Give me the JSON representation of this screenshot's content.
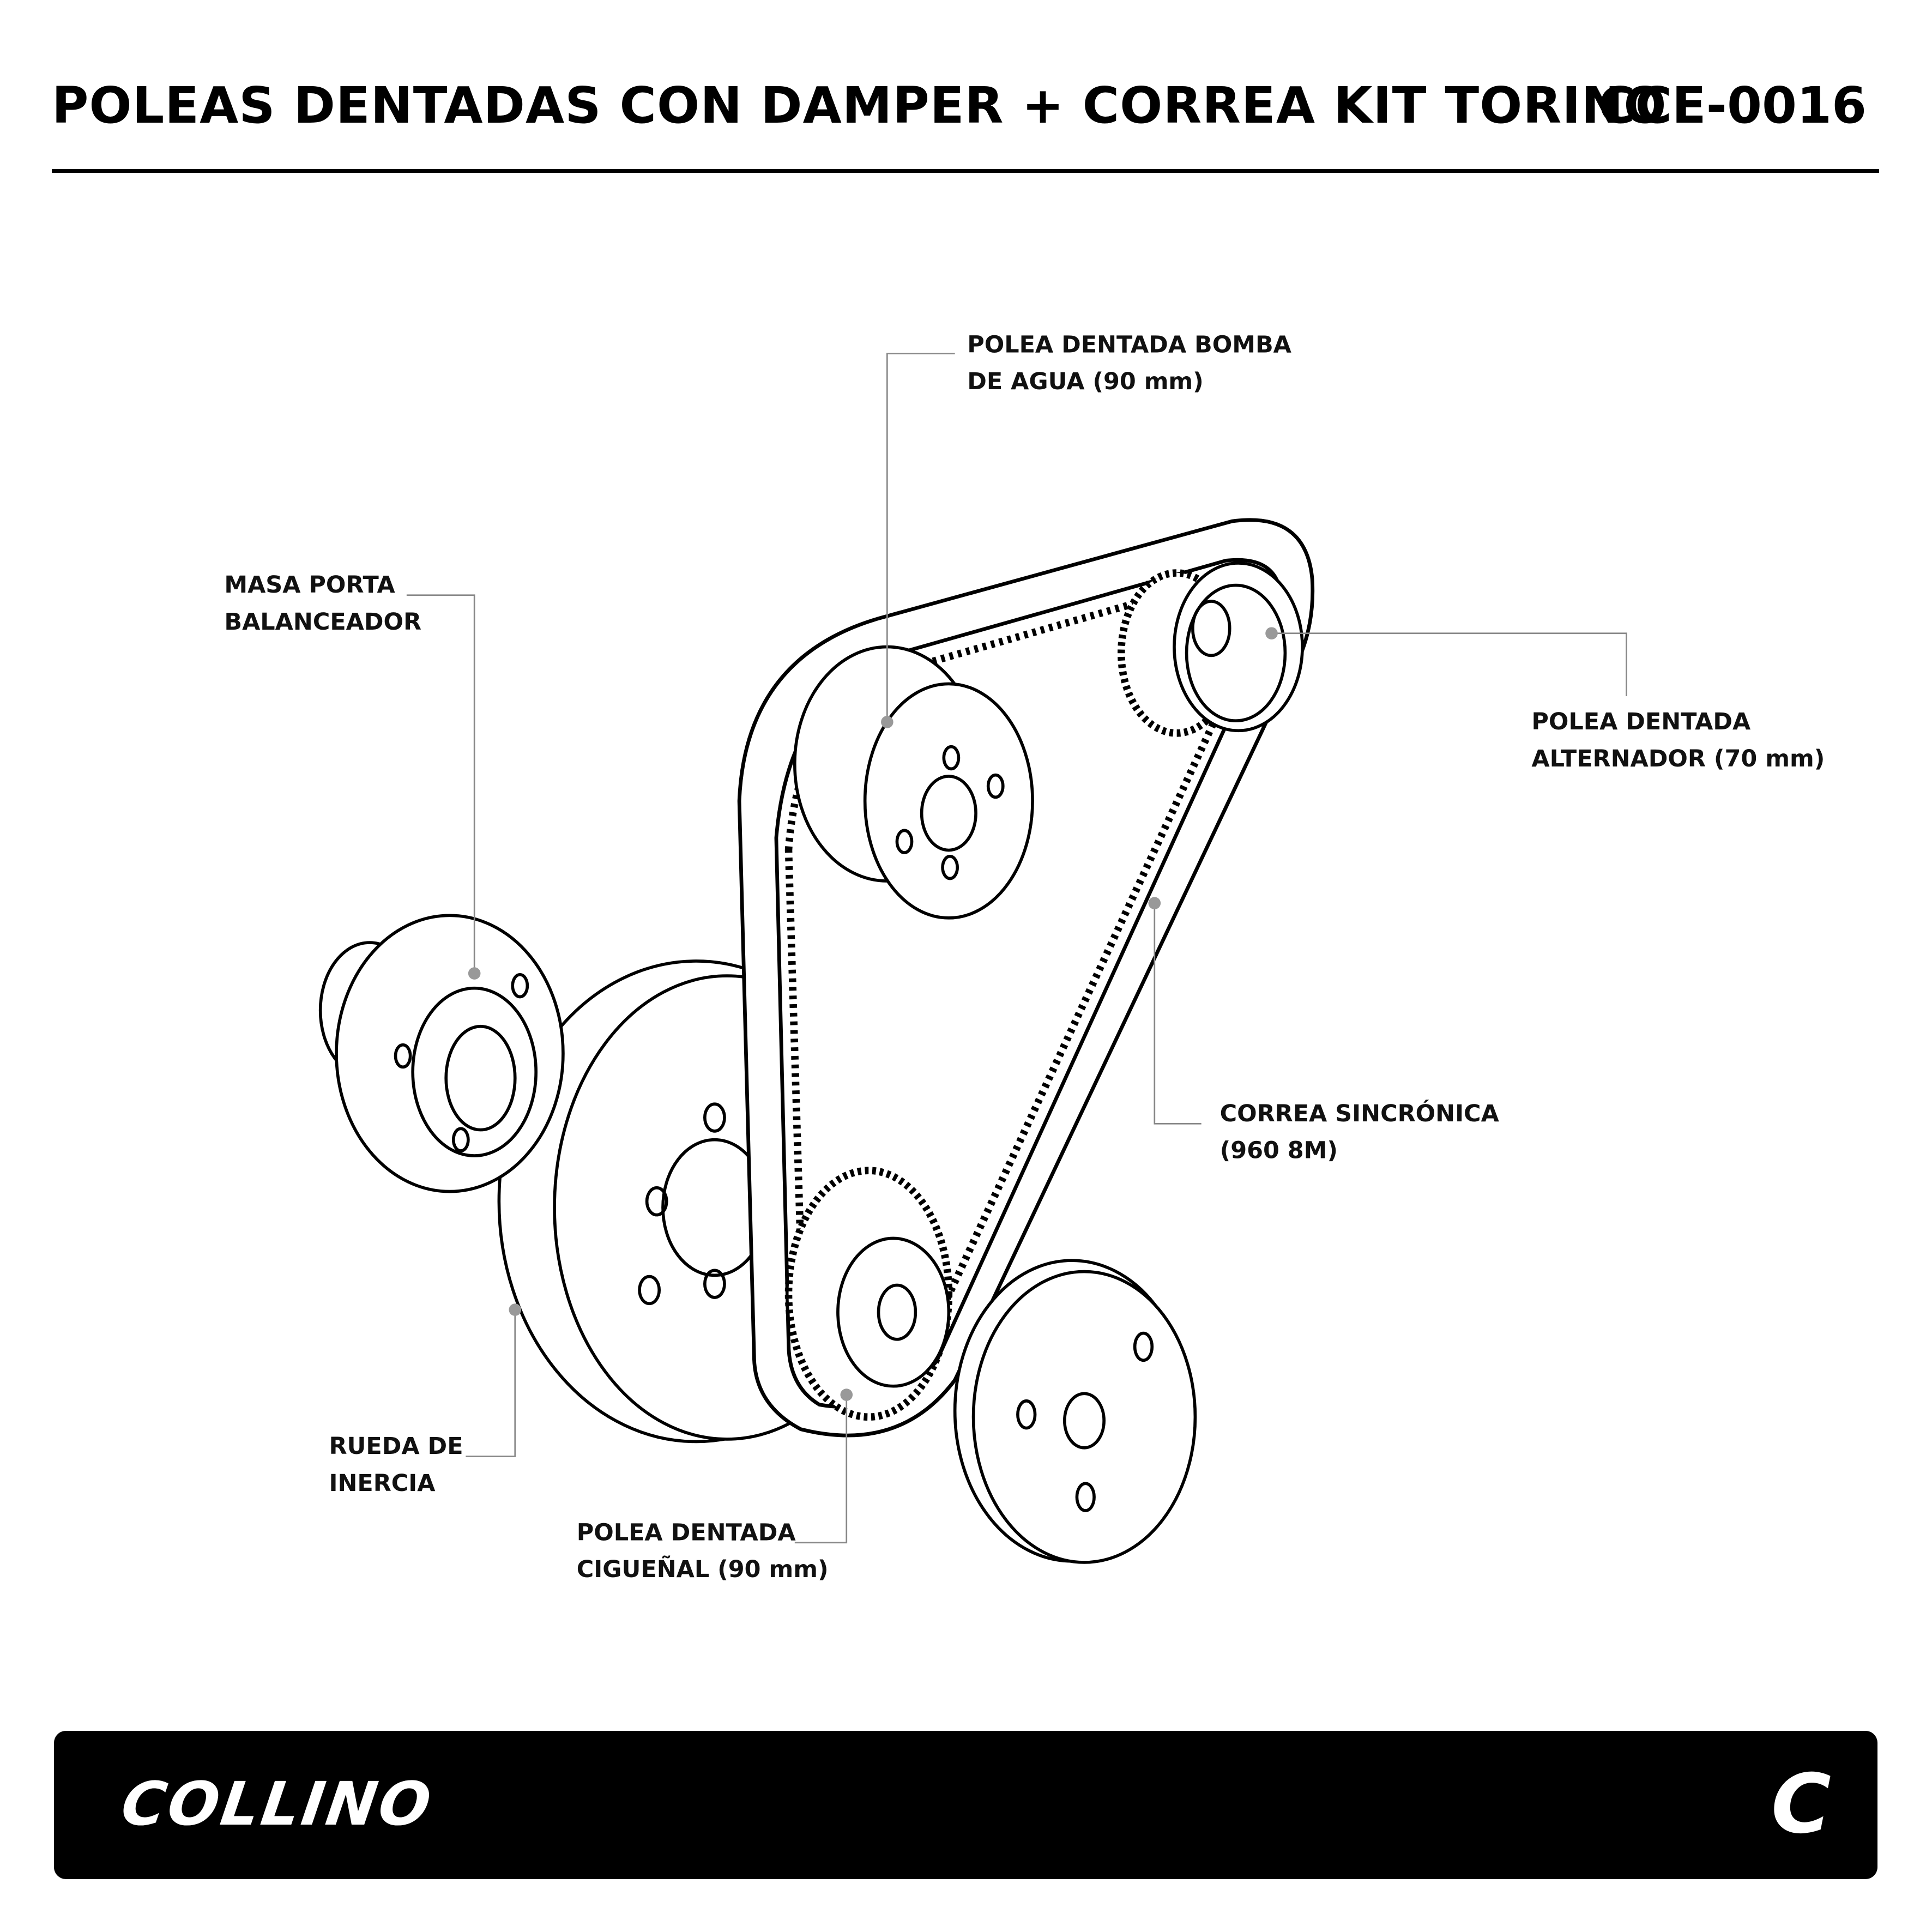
{
  "header": {
    "title": "POLEAS DENTADAS CON DAMPER + CORREA KIT TORINO",
    "code": "CCE-0016"
  },
  "labels": {
    "bomba": [
      "POLEA DENTADA BOMBA",
      "DE AGUA (90 mm)"
    ],
    "masa": [
      "MASA PORTA",
      "BALANCEADOR"
    ],
    "alternador": [
      "POLEA DENTADA",
      "ALTERNADOR (70 mm)"
    ],
    "correa": [
      "CORREA SINCRÓNICA",
      "(960 8M)"
    ],
    "rueda": [
      "RUEDA DE",
      "INERCIA"
    ],
    "ciguenal": [
      "POLEA DENTADA",
      "CIGUEÑAL (90 mm)"
    ]
  },
  "footer": {
    "brand": "COLLINO",
    "logo_mark": "C"
  }
}
